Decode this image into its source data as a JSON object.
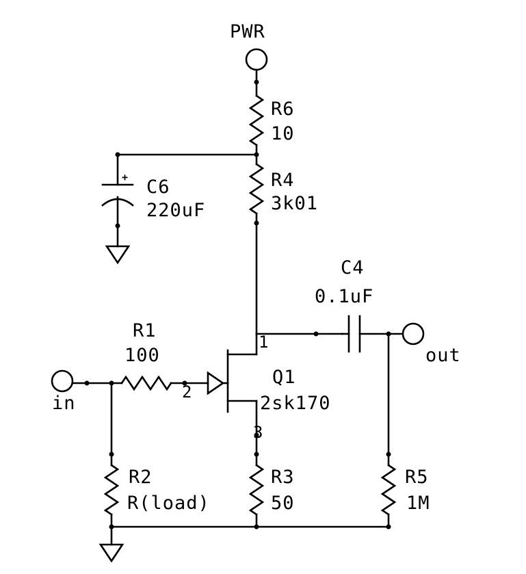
{
  "terminals": {
    "power": "PWR",
    "input": "in",
    "output": "out"
  },
  "components": {
    "r6": {
      "ref": "R6",
      "value": "10"
    },
    "r4": {
      "ref": "R4",
      "value": "3k01"
    },
    "c6": {
      "ref": "C6",
      "value": "220uF",
      "polarity": "+"
    },
    "c4": {
      "ref": "C4",
      "value": "0.1uF"
    },
    "r1": {
      "ref": "R1",
      "value": "100"
    },
    "q1": {
      "ref": "Q1",
      "value": "2sk170",
      "pins": {
        "drain": "1",
        "gate": "2",
        "source": "3"
      }
    },
    "r2": {
      "ref": "R2",
      "value": "R(load)"
    },
    "r3": {
      "ref": "R3",
      "value": "50"
    },
    "r5": {
      "ref": "R5",
      "value": "1M"
    }
  }
}
